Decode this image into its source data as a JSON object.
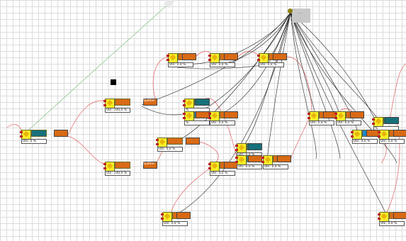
{
  "hub_label": "…",
  "nodes": [
    {
      "util": "Util: 0 %",
      "chip": "teal",
      "out": "orange",
      "id": "n-left"
    },
    {
      "util": "Util: 100,0 %",
      "chip": "orange",
      "out": "orange",
      "tag": "Splitter",
      "id": "n-split1"
    },
    {
      "util": "Util: 100,0 %",
      "chip": "orange",
      "out": "orange",
      "tag": "Splitter",
      "id": "n-split2"
    },
    {
      "util": "Util: 0,0 %",
      "chip": "orange",
      "out": "orange",
      "id": "n-top1"
    },
    {
      "util": "Util: 0,0 %",
      "chip": "orange",
      "out": "orange",
      "id": "n-top2"
    },
    {
      "util": "Util: 0,0 %",
      "chip": "orange",
      "out": "orange",
      "id": "n-top3"
    },
    {
      "util": "%",
      "chip": "teal",
      "out": "teal",
      "id": "n-mid-a"
    },
    {
      "util": "%",
      "chip": "blue",
      "out": "orange",
      "id": "n-mid-b"
    },
    {
      "util": "Util: 0,0 %",
      "chip": "orange",
      "out": "orange",
      "id": "n-mid-c"
    },
    {
      "util": "Util: 0,0 %",
      "chip": "orange",
      "out": "orange",
      "id": "n-mid-d"
    },
    {
      "util": "Util: 0,0 %",
      "chip": "orange",
      "out": "orange",
      "id": "n-low-a"
    },
    {
      "util": "Util: 0,0 %",
      "chip": "teal",
      "out": "teal",
      "id": "n-low-b"
    },
    {
      "util": "Util: 0,0 %",
      "chip": "blue",
      "out": "orange",
      "id": "n-low-c"
    },
    {
      "util": "Util: 0,0 %",
      "chip": "orange",
      "out": "orange",
      "id": "n-right-a"
    },
    {
      "util": "Util: 0,0 %",
      "chip": "orange",
      "out": "orange",
      "id": "n-right-b"
    },
    {
      "util": "Util: 0,0 %",
      "chip": "orange",
      "out": "orange",
      "id": "n-right-c"
    },
    {
      "util": "%",
      "chip": "teal",
      "out": "teal",
      "id": "n-right-d"
    },
    {
      "util": "Util: 0,0 %",
      "chip": "blue",
      "out": "orange",
      "id": "n-right-e"
    },
    {
      "util": "Util: 0,0 %",
      "chip": "orange",
      "out": "orange",
      "id": "n-right-f"
    },
    {
      "util": "Util: 0,0 %",
      "chip": "orange",
      "out": "orange",
      "id": "n-bottom-a"
    },
    {
      "util": "Util: 0,0 %",
      "chip": "orange",
      "out": "orange",
      "id": "n-bottom-b"
    }
  ],
  "colors": {
    "node_body": "#f7ef28",
    "orange": "#d86a15",
    "teal": "#17707a",
    "blue": "#1f86c6",
    "wire_red": "#e06060",
    "wire_black": "#222222",
    "wire_green": "#7fbf7f"
  }
}
